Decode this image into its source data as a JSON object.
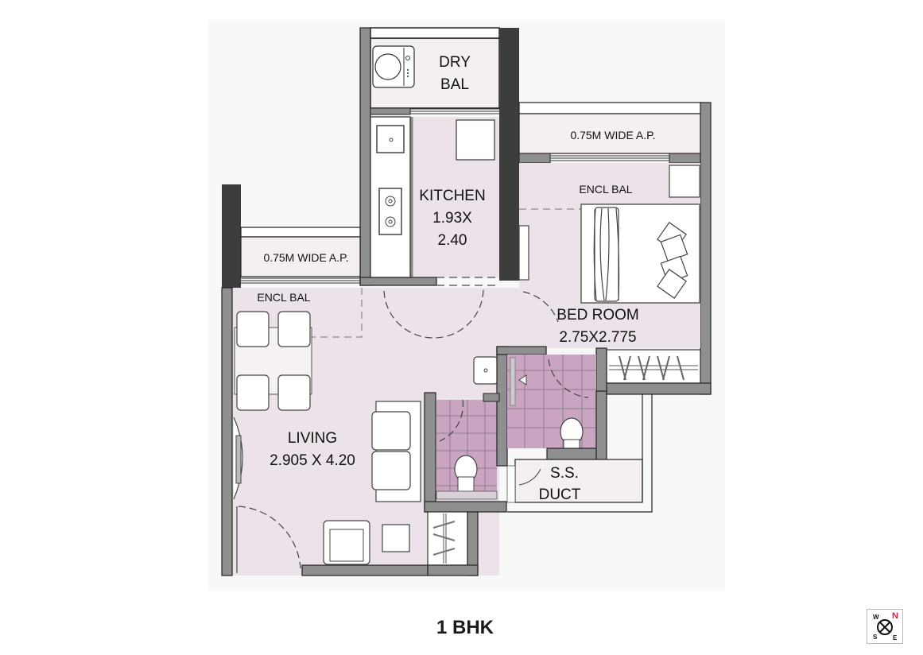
{
  "plan": {
    "title": "1 BHK",
    "colors": {
      "room_fill": "#ebe2ea",
      "balcony_fill": "#f4eff3",
      "tile_fill": "#c9a5c2",
      "wall_dark": "#3d3d3d",
      "wall_grey": "#8f8f8f",
      "background_panel": "#f7f7f7",
      "compass_north": "#e0203a"
    },
    "rooms": [
      {
        "id": "dry-bal",
        "name": "DRY",
        "name2": "BAL"
      },
      {
        "id": "kitchen",
        "name": "KITCHEN",
        "dims_line1": "1.93X",
        "dims_line2": "2.40"
      },
      {
        "id": "bedroom",
        "name": "BED ROOM",
        "dims": "2.75X2.775"
      },
      {
        "id": "living",
        "name": "LIVING",
        "dims": "2.905 X 4.20"
      },
      {
        "id": "ss-duct",
        "name": "S.S.",
        "name2": "DUCT"
      }
    ],
    "balconies": {
      "ap_top_right": "0.75M WIDE A.P.",
      "ap_left": "0.75M WIDE A.P.",
      "encl_bal_bedroom": "ENCL BAL",
      "encl_bal_living": "ENCL BAL"
    },
    "compass": {
      "icon": "compass-icon",
      "n": "N",
      "s": "S",
      "e": "E",
      "w": "W"
    }
  }
}
